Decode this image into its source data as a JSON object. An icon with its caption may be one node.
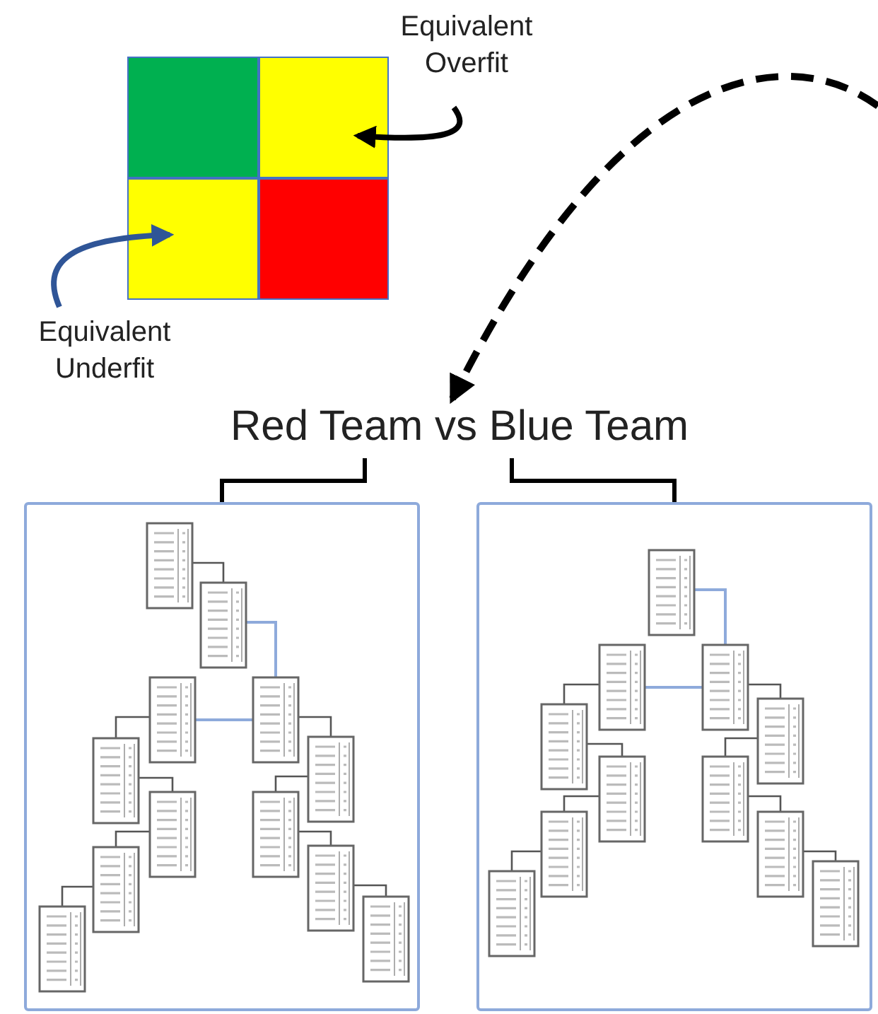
{
  "diagram": {
    "nodes": [
      {
        "text": [],
        "shape": "box"
      },
      {
        "text": [],
        "shape": "box"
      },
      {
        "text": [],
        "shape": "box"
      },
      {
        "text": [],
        "shape": "box"
      },
      {
        "text": [
          "Equivalent Overfit"
        ]
      },
      {
        "text": [
          "Equivalent Underfit"
        ]
      },
      {
        "text": [
          "Red Team vs Blue Team"
        ]
      },
      {
        "text": [],
        "shape": "box"
      },
      {
        "text": [],
        "shape": "box"
      }
    ],
    "edges": [
      {
        "from": 4,
        "to": 1,
        "arrow": "to"
      },
      {
        "from": 5,
        "to": 2,
        "arrow": "to",
        "color": "#2f5597"
      },
      {
        "from": null,
        "to": 6,
        "arrow": "to",
        "style": "dashed"
      },
      {
        "from": 6,
        "to": 7,
        "arrow": "none"
      },
      {
        "from": 6,
        "to": 8,
        "arrow": "none"
      }
    ]
  }
}
